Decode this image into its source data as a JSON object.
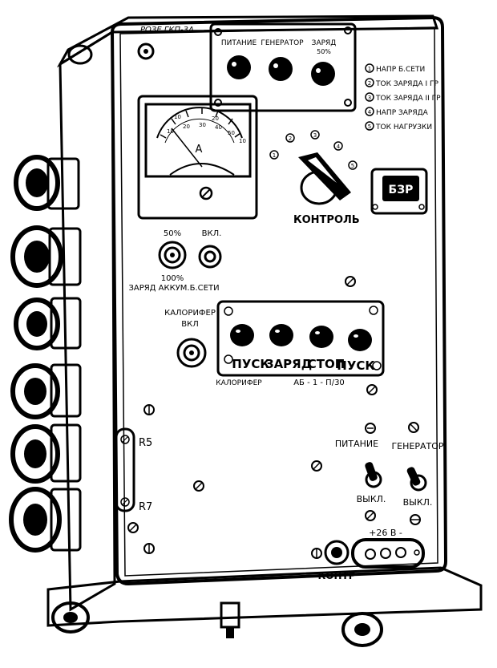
{
  "device": {
    "model_label": "РОЗЕ ГКП-3А",
    "top_indicators": [
      "ПИТАНИЕ",
      "ГЕНЕРАТОР",
      "ЗАРЯД"
    ],
    "top_indicator_sub": "50%",
    "meter": {
      "unit": "А",
      "scale_top": [
        "10",
        "20"
      ],
      "scale_bottom": [
        "10",
        "20",
        "30",
        "40",
        "50"
      ],
      "scale_right": "10"
    },
    "selector": {
      "title": "КОНТРОЛЬ",
      "positions": [
        "1",
        "2",
        "3",
        "4",
        "5"
      ]
    },
    "legend": [
      {
        "num": "1",
        "text": "НАПР Б.СЕТИ"
      },
      {
        "num": "2",
        "text": "ТОК ЗАРЯДА I ГР"
      },
      {
        "num": "3",
        "text": "ТОК ЗАРЯДА II ГР"
      },
      {
        "num": "4",
        "text": "НАПР ЗАРЯДА"
      },
      {
        "num": "5",
        "text": "ТОК НАГРУЗКИ"
      }
    ],
    "plate": "БЗР",
    "charge": {
      "top_label": "50%",
      "on_label": "ВКЛ.",
      "bottom_label": "100%",
      "caption": "ЗАРЯД АККУМ.Б.СЕТИ"
    },
    "heater": {
      "label": "КАЛОРИФЕР",
      "sub": "ВКЛ"
    },
    "buttons": [
      "ПУСК",
      "ЗАРЯД",
      "СТОП",
      "ПУСК"
    ],
    "button_captions": [
      "КАЛОРИФЕР",
      "АБ - 1 - П/30"
    ],
    "resistors": [
      "R5",
      "R7"
    ],
    "toggles": [
      {
        "label": "ПИТАНИЕ",
        "state": "ВЫКЛ."
      },
      {
        "label": "ГЕНЕРАТОР",
        "state": "ВЫКЛ."
      }
    ],
    "socket_label": "+26 В -",
    "control_label": "КОНТР"
  }
}
